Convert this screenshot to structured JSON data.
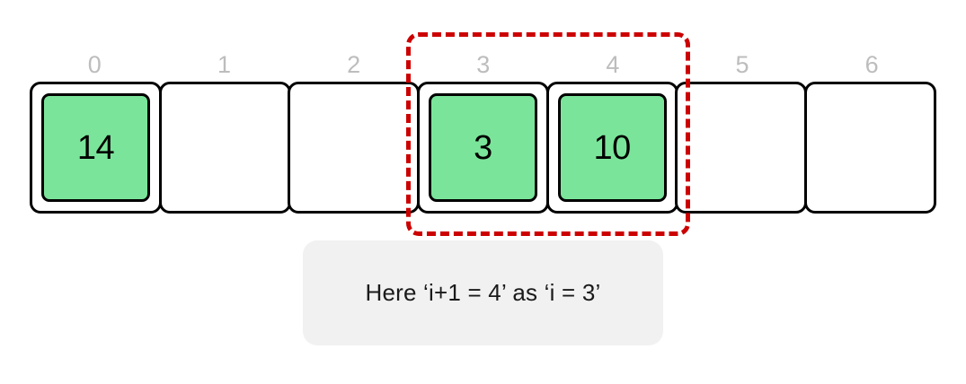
{
  "visualization": {
    "type": "array-index-highlight",
    "colors": {
      "cell_border": "#000000",
      "filled_value": "#7AE59A",
      "index_label": "#BDBDBD",
      "highlight_dashed": "#CC0000",
      "caption_background": "#F1F1F1",
      "page_background": "#FFFFFF"
    },
    "array": {
      "indices": [
        "0",
        "1",
        "2",
        "3",
        "4",
        "5",
        "6"
      ],
      "cells": [
        {
          "index": "0",
          "value": "14",
          "filled": true,
          "highlighted": false
        },
        {
          "index": "1",
          "value": "",
          "filled": false,
          "highlighted": false
        },
        {
          "index": "2",
          "value": "",
          "filled": false,
          "highlighted": false
        },
        {
          "index": "3",
          "value": "3",
          "filled": true,
          "highlighted": true
        },
        {
          "index": "4",
          "value": "10",
          "filled": true,
          "highlighted": true
        },
        {
          "index": "5",
          "value": "",
          "filled": false,
          "highlighted": false
        },
        {
          "index": "6",
          "value": "",
          "filled": false,
          "highlighted": false
        }
      ]
    },
    "highlight": {
      "label": "selection-range",
      "from_index": "3",
      "to_index": "4"
    },
    "caption": {
      "text": "Here ‘i+1 = 4’ as ‘i = 3’"
    }
  }
}
